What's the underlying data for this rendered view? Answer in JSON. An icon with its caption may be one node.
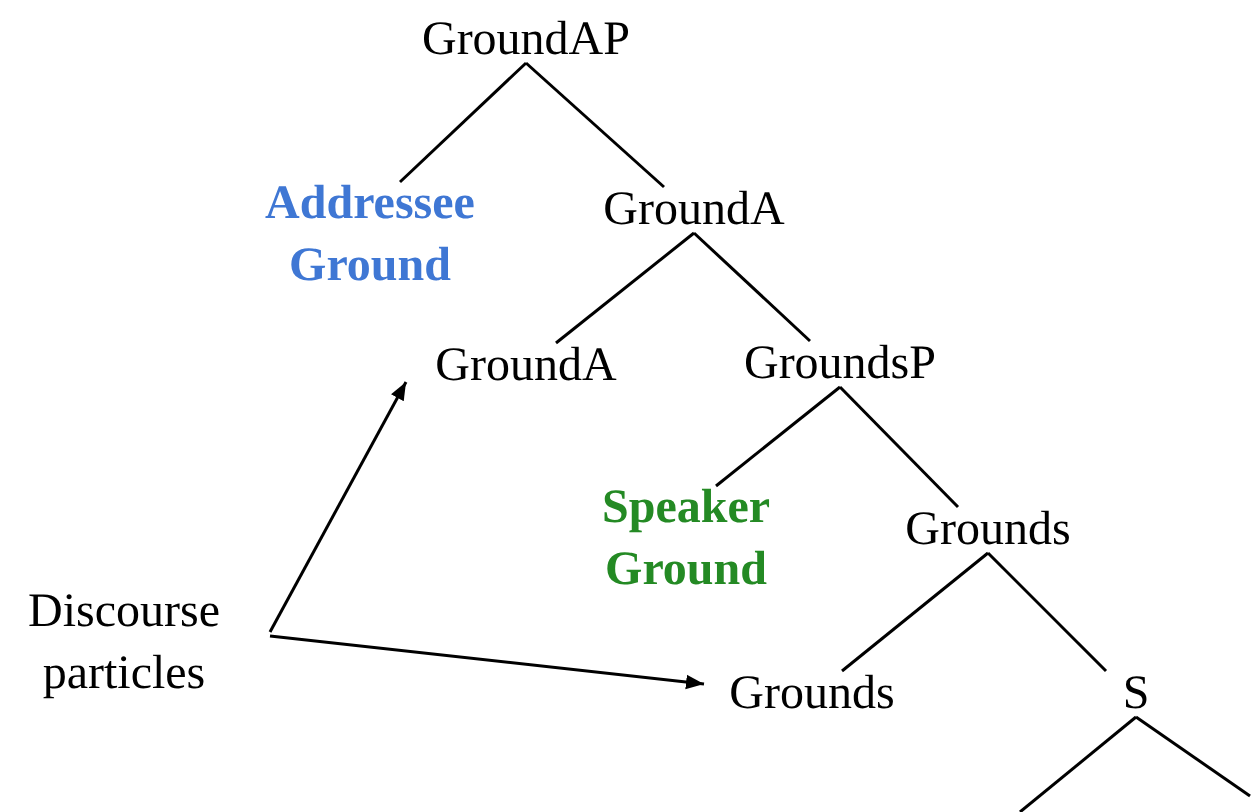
{
  "diagram": {
    "nodes": [
      {
        "text": [
          "GroundAP"
        ]
      },
      {
        "text": [
          "Addressee Ground"
        ]
      },
      {
        "text": [
          "GroundA"
        ]
      },
      {
        "text": [
          "GroundA"
        ]
      },
      {
        "text": [
          "GroundsP"
        ]
      },
      {
        "text": [
          "Speaker Ground"
        ]
      },
      {
        "text": [
          "Grounds"
        ]
      },
      {
        "text": [
          "Discourse particles"
        ]
      },
      {
        "text": [
          "Grounds"
        ]
      },
      {
        "text": [
          "S"
        ]
      }
    ],
    "edges": [
      {
        "from": 0,
        "to": 1,
        "arrow": "none"
      },
      {
        "from": 0,
        "to": 2,
        "arrow": "none"
      },
      {
        "from": 2,
        "to": 3,
        "arrow": "none"
      },
      {
        "from": 2,
        "to": 4,
        "arrow": "none"
      },
      {
        "from": 4,
        "to": 5,
        "arrow": "none"
      },
      {
        "from": 4,
        "to": 6,
        "arrow": "none"
      },
      {
        "from": 6,
        "to": 8,
        "arrow": "none"
      },
      {
        "from": 6,
        "to": 9,
        "arrow": "none"
      },
      {
        "from": 9,
        "to": null,
        "arrow": "none"
      },
      {
        "from": 9,
        "to": null,
        "arrow": "none"
      },
      {
        "from": 7,
        "to": 3,
        "arrow": "to"
      },
      {
        "from": 7,
        "to": 8,
        "arrow": "to"
      }
    ]
  }
}
